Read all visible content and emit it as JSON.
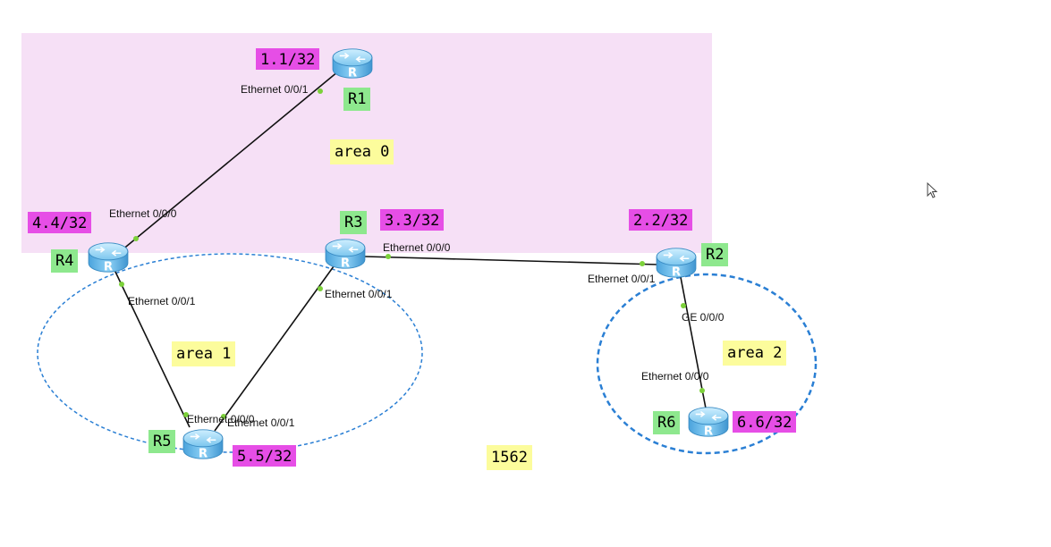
{
  "areas": [
    {
      "id": "area0",
      "label": "area 0"
    },
    {
      "id": "area1",
      "label": "area 1"
    },
    {
      "id": "area2",
      "label": "area 2"
    }
  ],
  "routers": [
    {
      "id": "R1",
      "name": "R1",
      "ip": "1.1/32"
    },
    {
      "id": "R2",
      "name": "R2",
      "ip": "2.2/32"
    },
    {
      "id": "R3",
      "name": "R3",
      "ip": "3.3/32"
    },
    {
      "id": "R4",
      "name": "R4",
      "ip": "4.4/32"
    },
    {
      "id": "R5",
      "name": "R5",
      "ip": "5.5/32"
    },
    {
      "id": "R6",
      "name": "R6",
      "ip": "6.6/32"
    }
  ],
  "links": [
    {
      "from": "R1",
      "to": "R4",
      "from_iface": "Ethernet 0/0/1",
      "to_iface": "Ethernet 0/0/0"
    },
    {
      "from": "R4",
      "to": "R5",
      "from_iface": "Ethernet 0/0/1",
      "to_iface": "Ethernet 0/0/0"
    },
    {
      "from": "R3",
      "to": "R5",
      "from_iface": "Ethernet 0/0/1",
      "to_iface": "Ethernet 0/0/1"
    },
    {
      "from": "R3",
      "to": "R2",
      "from_iface": "Ethernet 0/0/0",
      "to_iface": "Ethernet 0/0/1"
    },
    {
      "from": "R2",
      "to": "R6",
      "from_iface": "GE 0/0/0",
      "to_iface": "Ethernet 0/0/0"
    }
  ],
  "note": "1562",
  "colors": {
    "area0_fill": "#f6e0f6",
    "ip_label": "#e64ee6",
    "router_label": "#8ee88e",
    "area_label": "#fcfc9c",
    "area_border": "#2a7fd4",
    "link": "#111111",
    "port_dot": "#7cd13a"
  }
}
